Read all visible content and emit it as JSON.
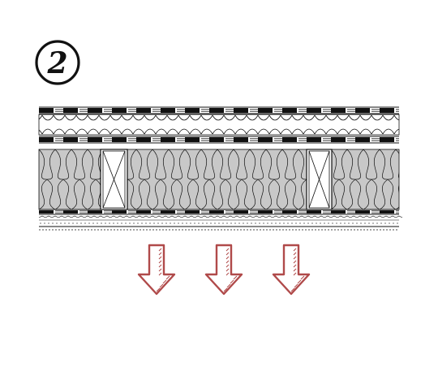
{
  "label": "2",
  "colors": {
    "ink": "#111111",
    "insulation": "#c8c8c8",
    "arrow": "#b04a4a",
    "paper": "#ffffff"
  },
  "diagram": {
    "type": "wall-section-detail",
    "layers": [
      "membrane-top",
      "wood-fibre-board",
      "membrane-mid",
      "mineral-wool-with-studs",
      "membrane-bottom",
      "lining-board"
    ],
    "studs": 2,
    "arrows": 3,
    "arrow_direction": "down"
  }
}
